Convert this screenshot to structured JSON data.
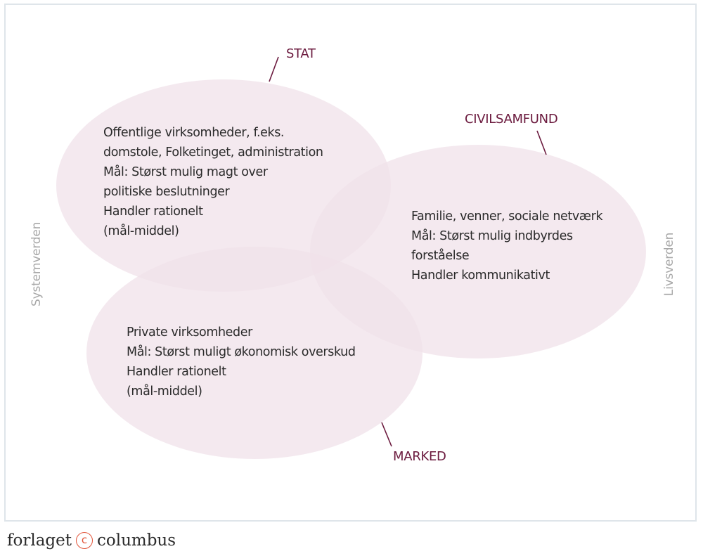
{
  "diagram": {
    "colors": {
      "ellipse_fill": "#f0e1ea",
      "ellipse_opacity": 0.75,
      "label_color": "#6b1a3e",
      "text_color": "#2a2a2a",
      "side_label_color": "#a8a8a8",
      "frame_color": "#dfe5ea",
      "logo_accent": "#e2553a"
    },
    "sets": [
      {
        "id": "stat",
        "label": "STAT",
        "lines": [
          "Offentlige virksomheder, f.eks.",
          "domstole, Folketinget, administration",
          "Mål: Størst mulig magt over",
          "politiske beslutninger",
          "Handler rationelt",
          "(mål-middel)"
        ]
      },
      {
        "id": "civilsamfund",
        "label": "CIVILSAMFUND",
        "lines": [
          "Familie, venner, sociale netværk",
          "Mål: Størst mulig indbyrdes",
          "forståelse",
          "Handler kommunikativt"
        ]
      },
      {
        "id": "marked",
        "label": "MARKED",
        "lines": [
          "Private virksomheder",
          "Mål: Størst muligt økonomisk overskud",
          "Handler rationelt",
          "(mål-middel)"
        ]
      }
    ],
    "side_labels": {
      "left": "Systemverden",
      "right": "Livsverden"
    }
  },
  "footer": {
    "publisher_left": "forlaget",
    "publisher_symbol": "c",
    "publisher_right": "columbus"
  }
}
